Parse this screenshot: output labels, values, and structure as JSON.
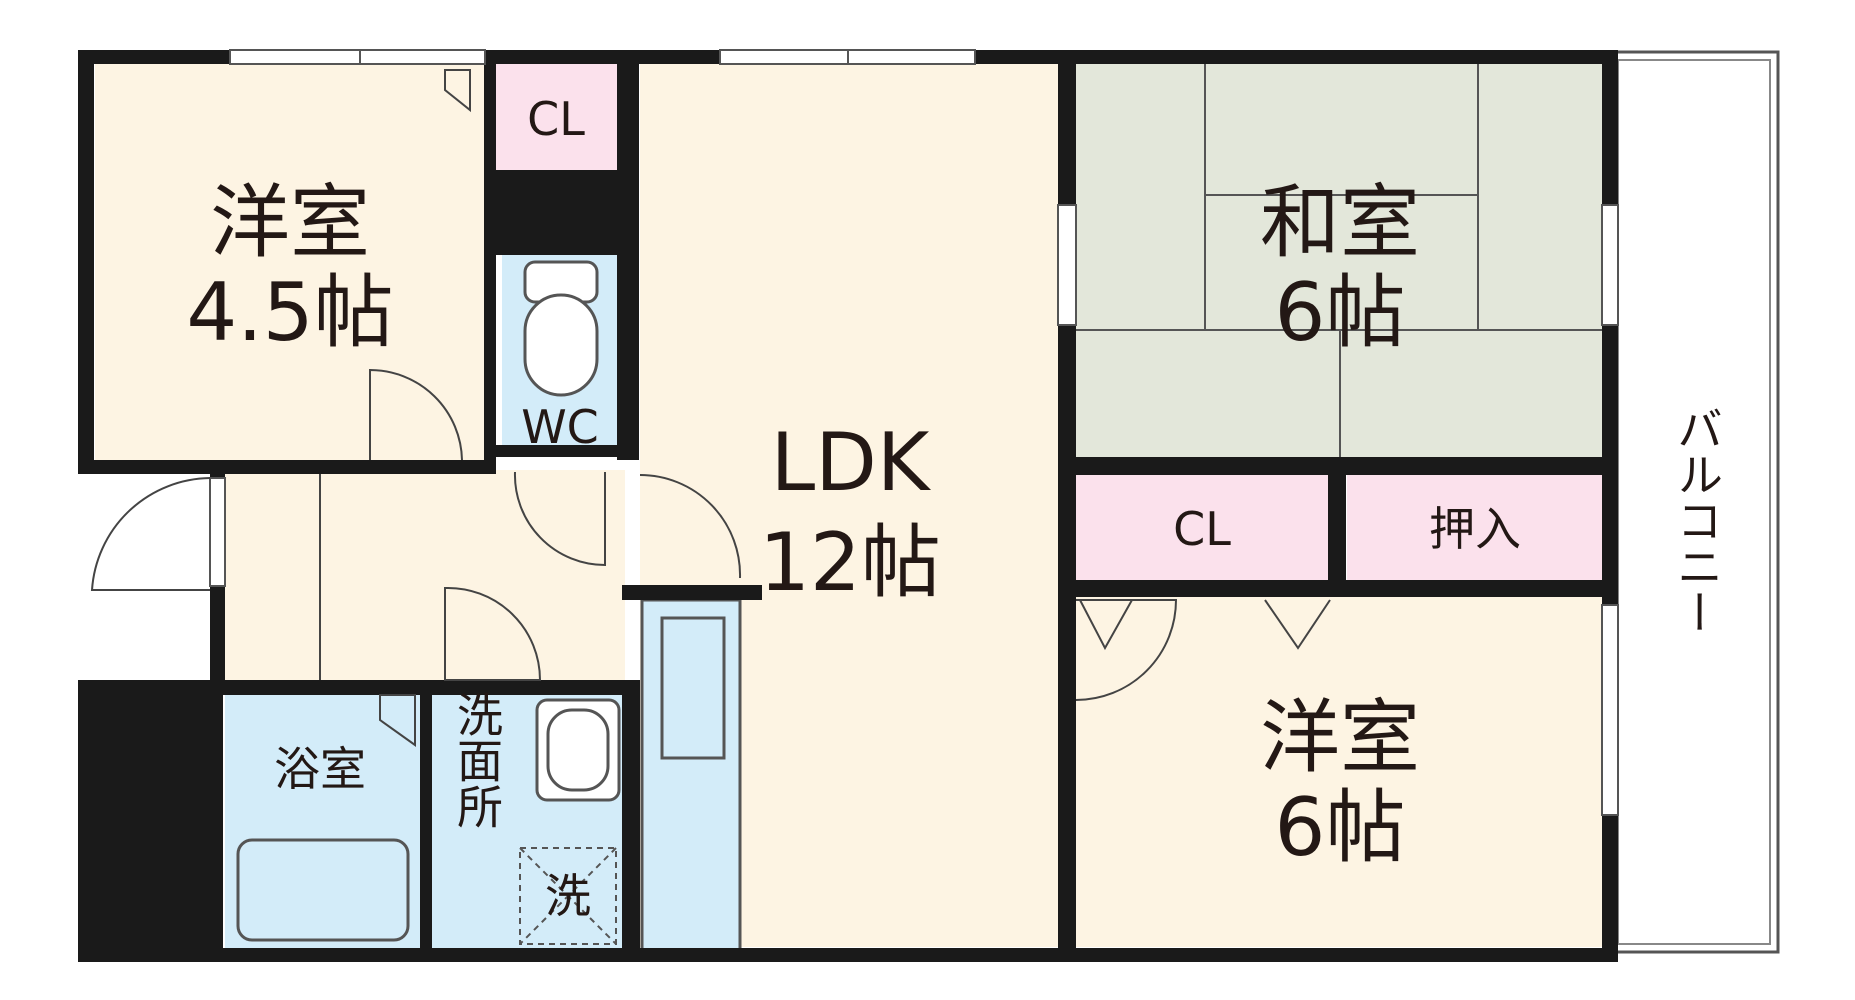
{
  "rooms": {
    "western_small": {
      "name": "洋室",
      "size": "4.5帖"
    },
    "closet_1": {
      "name": "CL"
    },
    "toilet": {
      "name": "WC"
    },
    "ldk": {
      "name": "LDK",
      "size": "12帖"
    },
    "japanese": {
      "name": "和室",
      "size": "6帖"
    },
    "closet_2": {
      "name": "CL"
    },
    "oshiire": {
      "name": "押入"
    },
    "western_large": {
      "name": "洋室",
      "size": "6帖"
    },
    "bath": {
      "name": "浴室"
    },
    "washroom": {
      "name": "洗面所"
    },
    "washer": {
      "name": "洗"
    },
    "balcony": {
      "name": "バルコニー"
    }
  },
  "colors": {
    "western_floor": "#fdf4e3",
    "japanese_floor": "#e3e7da",
    "closet": "#fbe1ec",
    "wet_area": "#d3ecf9",
    "wall": "#1a1a1a"
  }
}
